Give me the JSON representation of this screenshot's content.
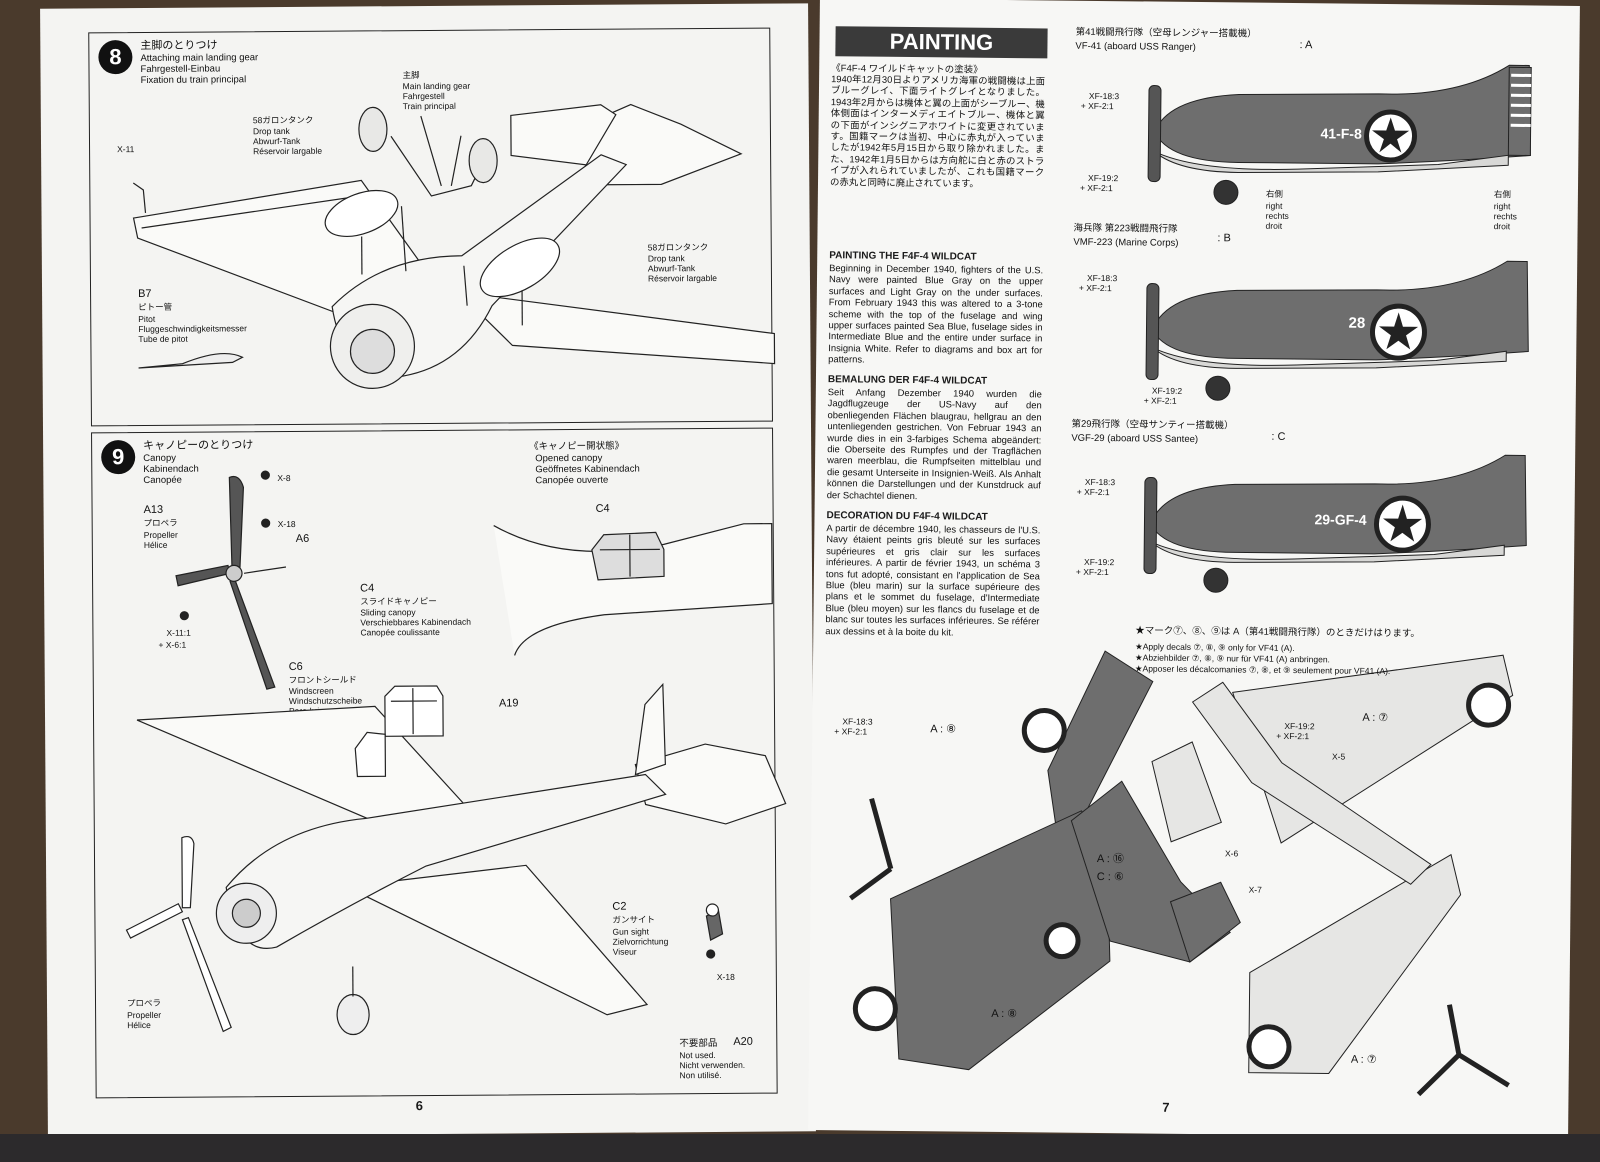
{
  "left_page": {
    "page_number": "6",
    "step8": {
      "number": "8",
      "title_jp": "主脚のとりつけ",
      "title_en": "Attaching main landing gear",
      "title_de": "Fahrgestell-Einbau",
      "title_fr": "Fixation du train principal",
      "main_gear_jp": "主脚",
      "main_gear_en": "Main landing gear",
      "main_gear_de": "Fahrgestell",
      "main_gear_fr": "Train principal",
      "tank_jp": "58ガロンタンク",
      "tank_en": "Drop tank",
      "tank_de": "Abwurf-Tank",
      "tank_fr": "Réservoir largable",
      "x11": "X-11",
      "b7": "B7",
      "pitot_jp": "ピトー管",
      "pitot_en": "Pitot",
      "pitot_de": "Fluggeschwindigkeitsmesser",
      "pitot_fr": "Tube de pitot"
    },
    "step9": {
      "number": "9",
      "title_jp": "キャノピーのとりつけ",
      "title_en": "Canopy",
      "title_de": "Kabinendach",
      "title_fr": "Canopée",
      "opened_jp": "《キャノピー開状態》",
      "opened_en": "Opened canopy",
      "opened_de": "Geöffnetes Kabinendach",
      "opened_fr": "Canopée ouverte",
      "x8": "X-8",
      "x18": "X-18",
      "a13": "A13",
      "prop_jp": "プロペラ",
      "prop_en": "Propeller",
      "prop_fr": "Hélice",
      "a6": "A6",
      "x11_1": "X-11:1",
      "x6_1": "+ X-6:1",
      "c4": "C4",
      "slide_jp": "スライドキャノピー",
      "slide_en": "Sliding canopy",
      "slide_de": "Verschiebbares Kabinendach",
      "slide_fr": "Canopée coulissante",
      "c6": "C6",
      "front_jp": "フロントシールド",
      "front_en": "Windscreen",
      "front_de": "Windschutzscheibe",
      "front_fr": "Pare-brise",
      "a19": "A19",
      "c2": "C2",
      "gun_jp": "ガンサイト",
      "gun_en": "Gun sight",
      "gun_de": "Zielvorrichtung",
      "gun_fr": "Viseur",
      "x18b": "X-18",
      "prop2_jp": "プロペラ",
      "prop2_en": "Propeller",
      "prop2_fr": "Hélice",
      "unused_jp": "不要部品",
      "unused_part": "A20",
      "unused_en": "Not used.",
      "unused_de": "Nicht verwenden.",
      "unused_fr": "Non utilisé."
    }
  },
  "right_page": {
    "page_number": "7",
    "painting_header": "PAINTING",
    "jp_heading": "《F4F-4 ワイルドキャットの塗装》",
    "jp_text": "1940年12月30日よりアメリカ海軍の戦闘機は上面ブルーグレイ、下面ライトグレイとなりました。1943年2月からは機体と翼の上面がシーブルー、機体側面はインターメディエイトブルー、機体と翼の下面がインシグニアホワイトに変更されています。国籍マークは当初、中心に赤丸が入っていましたが1942年5月15日から取り除かれました。また、1942年1月5日からは方向舵に白と赤のストライプが入れられていましたが、これも国籍マークの赤丸と同時に廃止されています。",
    "en_heading": "PAINTING THE F4F-4 WILDCAT",
    "en_text": "Beginning in December 1940, fighters of the U.S. Navy were painted Blue Gray on the upper surfaces and Light Gray on the under surfaces. From February 1943 this was altered to a 3-tone scheme with the top of the fuselage and wing upper surfaces painted Sea Blue, fuselage sides in Intermediate Blue and the entire under surface in Insignia White. Refer to diagrams and box art for patterns.",
    "de_heading": "BEMALUNG DER F4F-4 WILDCAT",
    "de_text": "Seit Anfang Dezember 1940 wurden die Jagdflugzeuge der US-Navy auf den obenliegenden Flächen blaugrau, hellgrau an den untenliegenden gestrichen. Von Februar 1943 an wurde dies in ein 3-farbiges Schema abgeändert: die Oberseite des Rumpfes und der Tragflächen waren meerblau, die Rumpfseiten mittelblau und die gesamt Unterseite in Insignien-Weiß. Als Anhalt können die Darstellungen und der Kunstdruck auf der Schachtel dienen.",
    "fr_heading": "DECORATION DU F4F-4 WILDCAT",
    "fr_text": "A partir de décembre 1940, les chasseurs de l'U.S. Navy étaient peints gris bleuté sur les surfaces supérieures et gris clair sur les surfaces inférieures. A partir de février 1943, un schéma 3 tons fut adopté, consistant en l'application de Sea Blue (bleu marin) sur la surface supérieure des plans et le sommet du fuselage, d'Intermediate Blue (bleu moyen) sur les flancs du fuselage et de blanc sur toutes les surfaces inférieures. Se référer aux dessins et à la boite du kit.",
    "schemes": [
      {
        "title_jp": "第41戦闘飛行隊（空母レンジャー搭載機）",
        "title_en": "VF-41 (aboard USS Ranger)",
        "letter": ": A",
        "code": "41-F-8"
      },
      {
        "title_jp": "海兵隊 第223戦闘飛行隊",
        "title_en": "VMF-223 (Marine Corps)",
        "letter": ": B",
        "code": "28"
      },
      {
        "title_jp": "第29飛行隊（空母サンティー搭載機）",
        "title_en": "VGF-29 (aboard USS Santee)",
        "letter": ": C",
        "code": "29-GF-4"
      }
    ],
    "paint_mix_1": "XF-18:3",
    "paint_mix_2": "+ XF-2:1",
    "paint_mix_3": "XF-19:2",
    "paint_mix_4": "+ XF-2:1",
    "right_jp": "右側",
    "right_en": "right",
    "right_de": "rechts",
    "right_fr": "droit",
    "decal_note_jp": "★マーク⑦、⑧、⑨は A（第41戦闘飛行隊）のときだけはります。",
    "decal_note_en": "★Apply decals ⑦, ⑧, ⑨ only for VF41 (A).",
    "decal_note_de": "★Abziehbilder ⑦, ⑧, ⑨ nur für VF41 (A) anbringen.",
    "decal_note_fr": "★Apposer les décalcomanies ⑦, ⑧, et ⑨ seulement pour VF41 (A).",
    "top_view_a8": "A : ⑧",
    "top_view_a16": "A : ⑯",
    "top_view_c6": "C : ⑥",
    "bottom_view_a7": "A : ⑦",
    "x5": "X-5",
    "x6": "X-6",
    "x7": "X-7"
  },
  "colors": {
    "paper": "#f4f4f2",
    "ink": "#111111",
    "aircraft_gray": "#6e6e6e",
    "background": "#4a3a2c"
  }
}
